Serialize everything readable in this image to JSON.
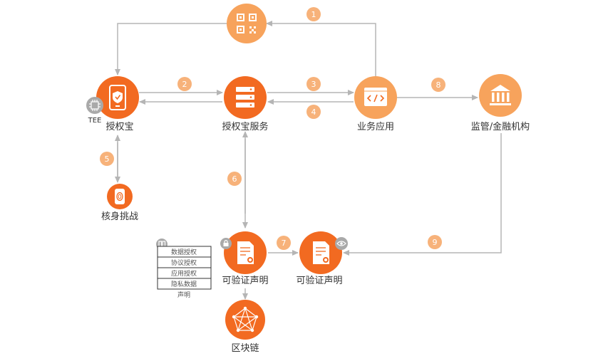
{
  "colors": {
    "accent": "#f26a21",
    "accent_light": "#f7a35c",
    "badge": "#f7b27a",
    "arrow": "#b5b5b5",
    "grey_badge": "#a9a9a9"
  },
  "nodes": {
    "qr": {
      "icon": "qr-code-icon",
      "label": ""
    },
    "app": {
      "icon": "phone-shield-icon",
      "label": "授权宝"
    },
    "tee": {
      "icon": "chip-icon",
      "label": "TEE"
    },
    "service": {
      "icon": "server-icon",
      "label": "授权宝服务"
    },
    "biz": {
      "icon": "code-window-icon",
      "label": "业务应用"
    },
    "reg": {
      "icon": "bank-icon",
      "label": "监管/金融机构"
    },
    "check": {
      "icon": "fingerprint-icon",
      "label": "核身挑战"
    },
    "vc1": {
      "icon": "certificate-icon",
      "label": "可验证声明",
      "badge_icon": "lock-icon"
    },
    "vc2": {
      "icon": "certificate-icon",
      "label": "可验证声明",
      "badge_icon": "eye-icon"
    },
    "chain": {
      "icon": "network-icon",
      "label": "区块链"
    }
  },
  "steps": [
    "1",
    "2",
    "3",
    "4",
    "5",
    "6",
    "7",
    "8",
    "9"
  ],
  "claim_list": {
    "items": [
      "数据授权",
      "协议授权",
      "应用授权",
      "隐私数据"
    ],
    "footer": "声明"
  }
}
